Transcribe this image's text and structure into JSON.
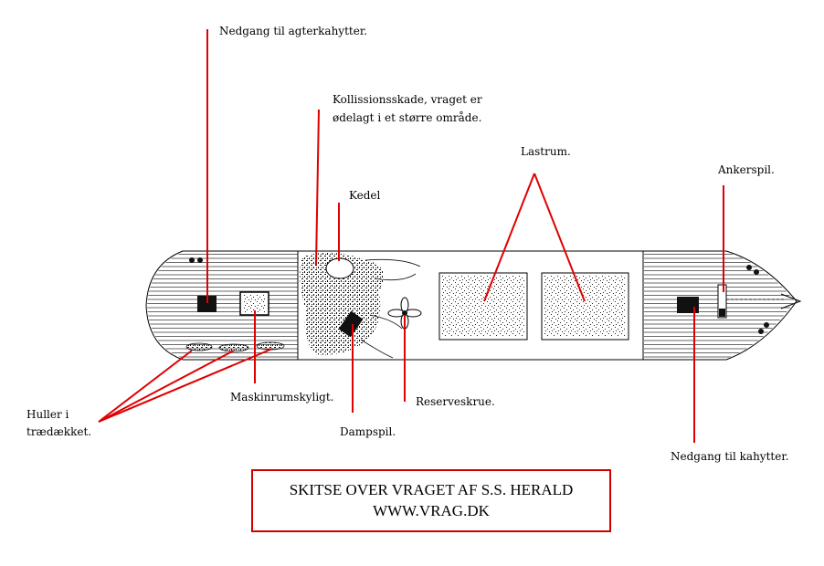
{
  "labels": {
    "nedgang_agter": "Nedgang til agterkahytter.",
    "kollision_1": "Kollissionsskade, vraget er",
    "kollision_2": "ødelagt i et større område.",
    "kedel": "Kedel",
    "lastrum": "Lastrum.",
    "ankerspil": "Ankerspil.",
    "huller_1": "Huller i",
    "huller_2": "trædækket.",
    "maskinrum": "Maskinrumskyligt.",
    "dampspil": "Dampspil.",
    "reserveskrue": "Reserveskrue.",
    "nedgang_kahytter": "Nedgang til kahytter."
  },
  "title": {
    "line1": "SKITSE OVER VRAGET AF S.S. HERALD",
    "line2": "WWW.VRAG.DK"
  },
  "colors": {
    "leader": "#e00000",
    "title_border": "#d00000"
  }
}
